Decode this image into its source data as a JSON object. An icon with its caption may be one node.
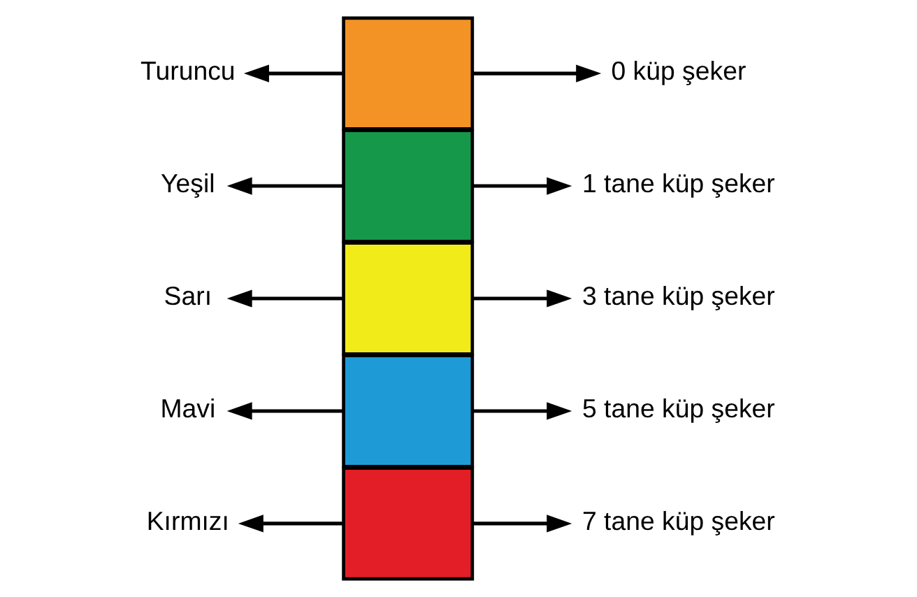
{
  "diagram": {
    "nodes": [
      {
        "text": [
          "Turuncu"
        ]
      },
      {
        "text": [],
        "shape": "box"
      },
      {
        "text": [
          "0 küp şeker"
        ]
      },
      {
        "text": [
          "Yeşil"
        ]
      },
      {
        "text": [],
        "shape": "box"
      },
      {
        "text": [
          "1 tane küp şeker"
        ]
      },
      {
        "text": [
          "Sarı"
        ]
      },
      {
        "text": [],
        "shape": "box"
      },
      {
        "text": [
          "3 tane küp şeker"
        ]
      },
      {
        "text": [
          "Mavi"
        ]
      },
      {
        "text": [],
        "shape": "box"
      },
      {
        "text": [
          "5 tane küp şeker"
        ]
      },
      {
        "text": [
          "Kırmızı"
        ]
      },
      {
        "text": [],
        "shape": "box"
      },
      {
        "text": [
          "7 tane küp şeker"
        ]
      }
    ],
    "edges": [
      {
        "from": 1,
        "to": 0,
        "arrow": "to"
      },
      {
        "from": 1,
        "to": 2,
        "arrow": "to"
      },
      {
        "from": 4,
        "to": 3,
        "arrow": "to"
      },
      {
        "from": 4,
        "to": 5,
        "arrow": "to"
      },
      {
        "from": 7,
        "to": 6,
        "arrow": "to"
      },
      {
        "from": 7,
        "to": 8,
        "arrow": "to"
      },
      {
        "from": 10,
        "to": 9,
        "arrow": "to"
      },
      {
        "from": 10,
        "to": 11,
        "arrow": "to"
      },
      {
        "from": 13,
        "to": 12,
        "arrow": "to"
      },
      {
        "from": 13,
        "to": 14,
        "arrow": "to"
      }
    ]
  }
}
